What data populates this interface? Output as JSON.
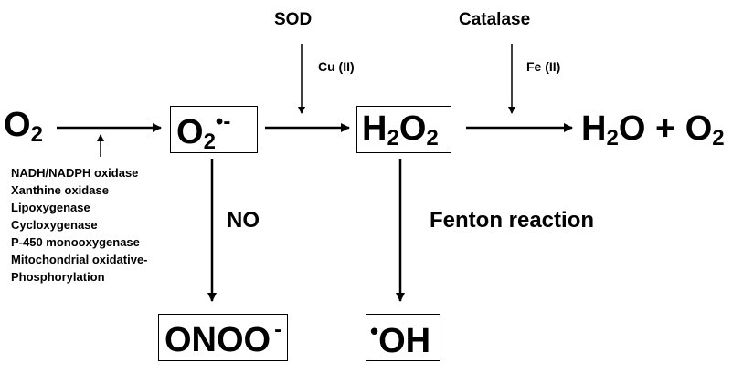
{
  "species": {
    "o2": {
      "main": "O",
      "sub": "2"
    },
    "superoxide": {
      "main": "O",
      "sub": "2",
      "sup": "•-"
    },
    "h2o2": {
      "h": "H",
      "h_sub": "2",
      "o": "O",
      "o_sub": "2"
    },
    "products": {
      "h": "H",
      "h_sub": "2",
      "o": "O",
      "plus": "+",
      "o2": "O",
      "o2_sub": "2"
    },
    "peroxynitrite": {
      "main": "ONOO",
      "sup": "-"
    },
    "hydroxyl": {
      "dot": "•",
      "main": "OH"
    }
  },
  "enzymes": {
    "sod": "SOD",
    "sod_cofactor": "Cu (II)",
    "catalase": "Catalase",
    "catalase_cofactor": "Fe (II)"
  },
  "reactions": {
    "no": "NO",
    "fenton": "Fenton reaction"
  },
  "sources": [
    "NADH/NADPH oxidase",
    "Xanthine oxidase",
    "Lipoxygenase",
    "Cycloxygenase",
    "P-450 monooxygenase",
    "Mitochondrial oxidative-",
    "Phosphorylation"
  ]
}
